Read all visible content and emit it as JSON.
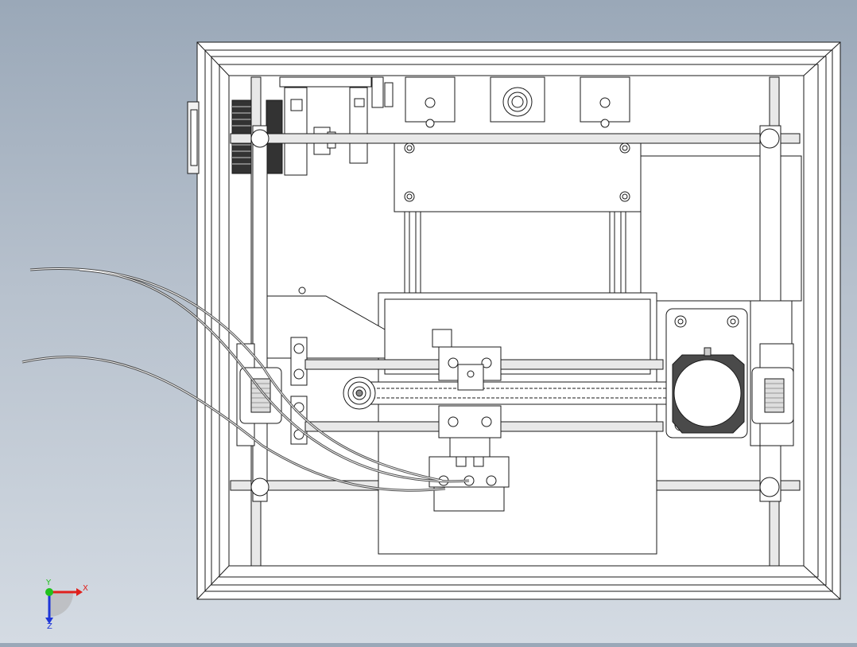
{
  "viewport": {
    "background_top": "#9aa8b8",
    "background_bottom": "#d4dbe3"
  },
  "triad": {
    "x_label": "X",
    "y_label": "Y",
    "z_label": "Z",
    "x_color": "#e0201c",
    "y_color": "#21c11d",
    "z_color": "#1f36d8"
  },
  "model": {
    "line_color": "#1a1a1a",
    "face_color": "#ffffff",
    "rod_color": "#e8e8e8",
    "cable_color": "#4a4a4a",
    "icons": [
      "stepper-motor-icon",
      "pulley-icon",
      "belt-icon",
      "fan-icon",
      "cable-icon"
    ]
  }
}
